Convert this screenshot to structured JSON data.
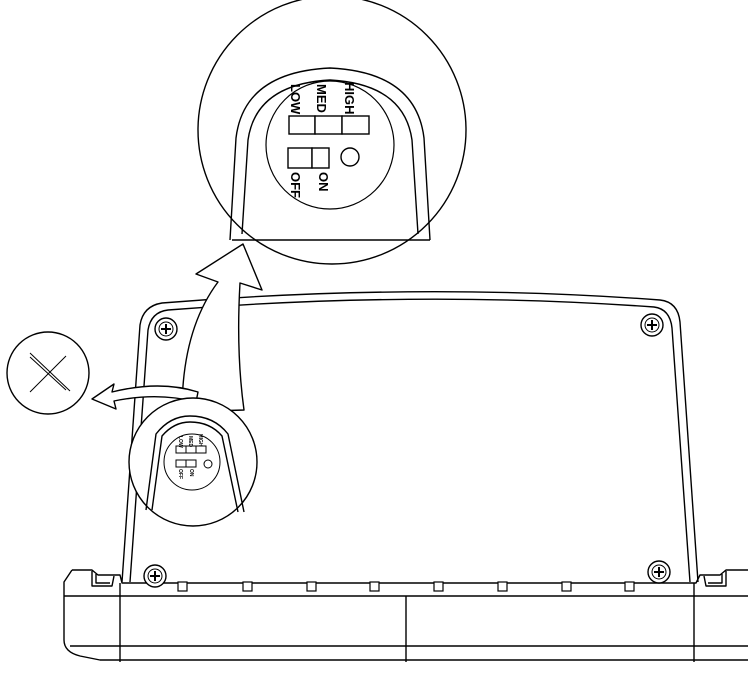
{
  "diagram": {
    "switch_labels": {
      "low": "LOW",
      "med": "MED",
      "high": "HIGH",
      "off": "OFF",
      "on": "ON"
    },
    "icons": {
      "screw": "phillips-screw-icon",
      "screwdriver": "phillips-screwdriver-icon",
      "arrow": "curved-arrow-icon"
    },
    "line_color": "#000000",
    "background_color": "#ffffff"
  }
}
